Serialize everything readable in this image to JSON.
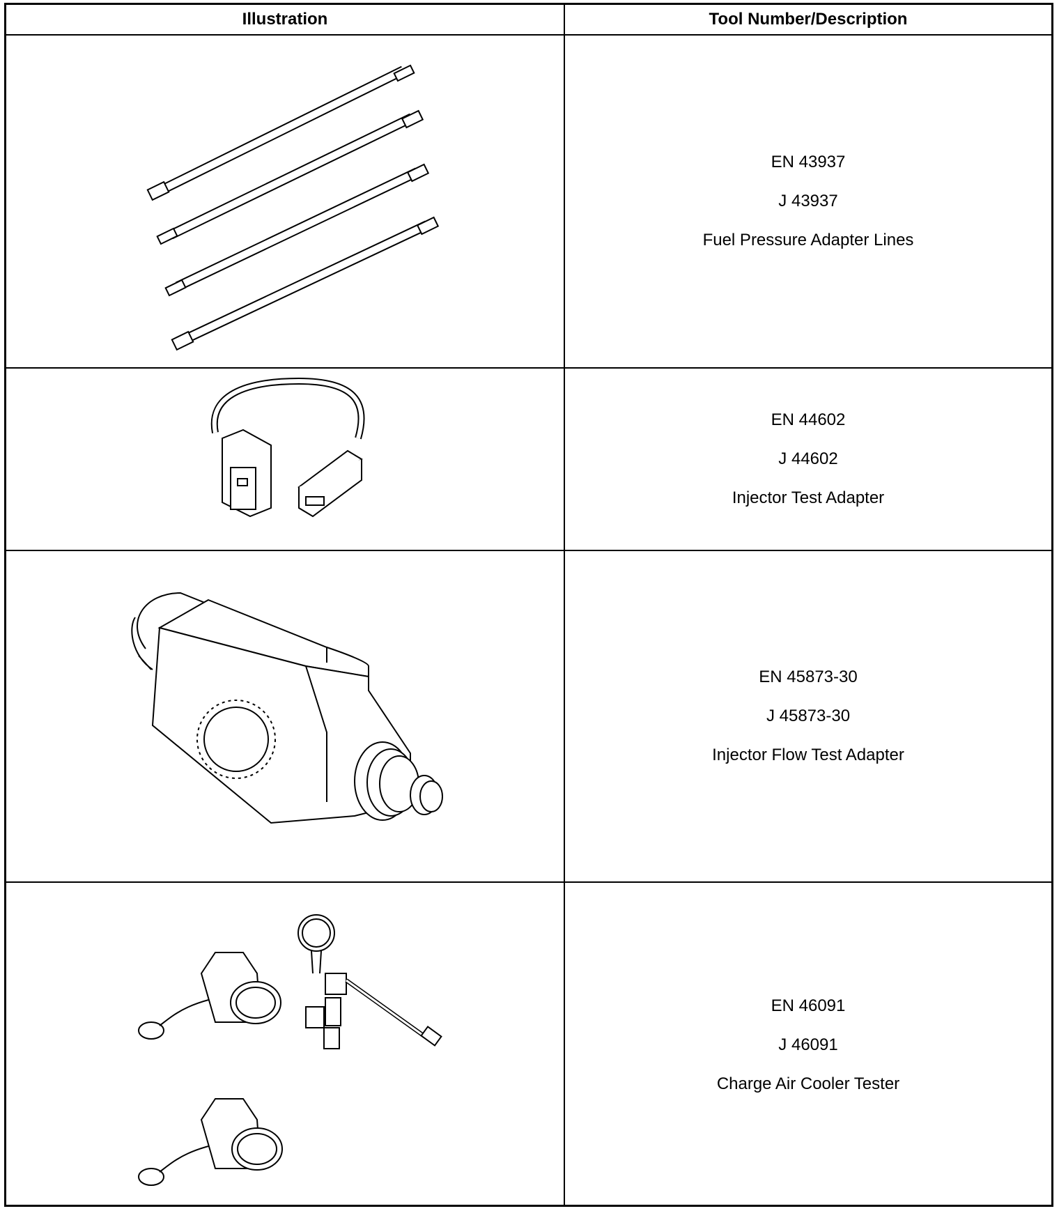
{
  "table": {
    "headers": {
      "illustration": "Illustration",
      "tool": "Tool Number/Description"
    },
    "rows": [
      {
        "illustration_icon": "fuel-pressure-adapter-lines-icon",
        "en_number": "EN 43937",
        "j_number": "J 43937",
        "description": "Fuel Pressure Adapter Lines"
      },
      {
        "illustration_icon": "injector-test-adapter-icon",
        "en_number": "EN 44602",
        "j_number": "J 44602",
        "description": "Injector Test Adapter"
      },
      {
        "illustration_icon": "injector-flow-test-adapter-icon",
        "en_number": "EN 45873-30",
        "j_number": "J 45873-30",
        "description": "Injector Flow Test Adapter"
      },
      {
        "illustration_icon": "charge-air-cooler-tester-icon",
        "en_number": "EN 46091",
        "j_number": "J 46091",
        "description": "Charge Air Cooler Tester"
      }
    ]
  }
}
